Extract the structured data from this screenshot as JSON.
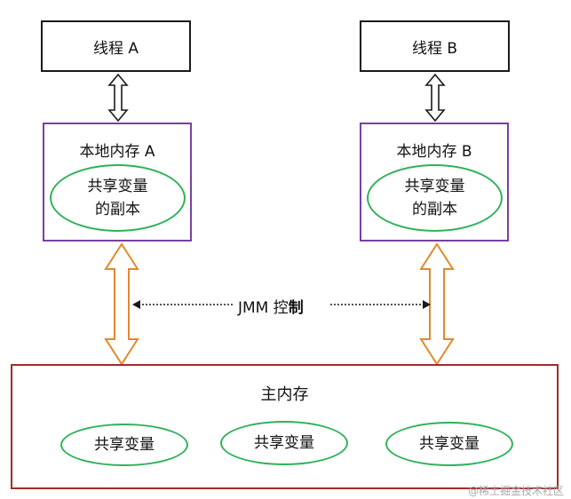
{
  "threads": [
    {
      "label": "线程 A"
    },
    {
      "label": "线程 B"
    }
  ],
  "local_memories": [
    {
      "title": "本地内存 A",
      "copy_line1": "共享变量",
      "copy_line2": "的副本"
    },
    {
      "title": "本地内存 B",
      "copy_line1": "共享变量",
      "copy_line2": "的副本"
    }
  ],
  "jmm_control": {
    "prefix": "JMM 控",
    "emphasis": "制"
  },
  "main_memory": {
    "title": "主内存",
    "shared_variables": [
      "共享变量",
      "共享变量",
      "共享变量"
    ]
  },
  "watermark": "@稀土掘金技术社区",
  "colors": {
    "thread_border": "#1a1a1a",
    "local_border": "#7a3fa2",
    "ellipse_border": "#2fb15a",
    "main_border": "#a52a2a",
    "orange_arrow": "#e08a2c"
  }
}
